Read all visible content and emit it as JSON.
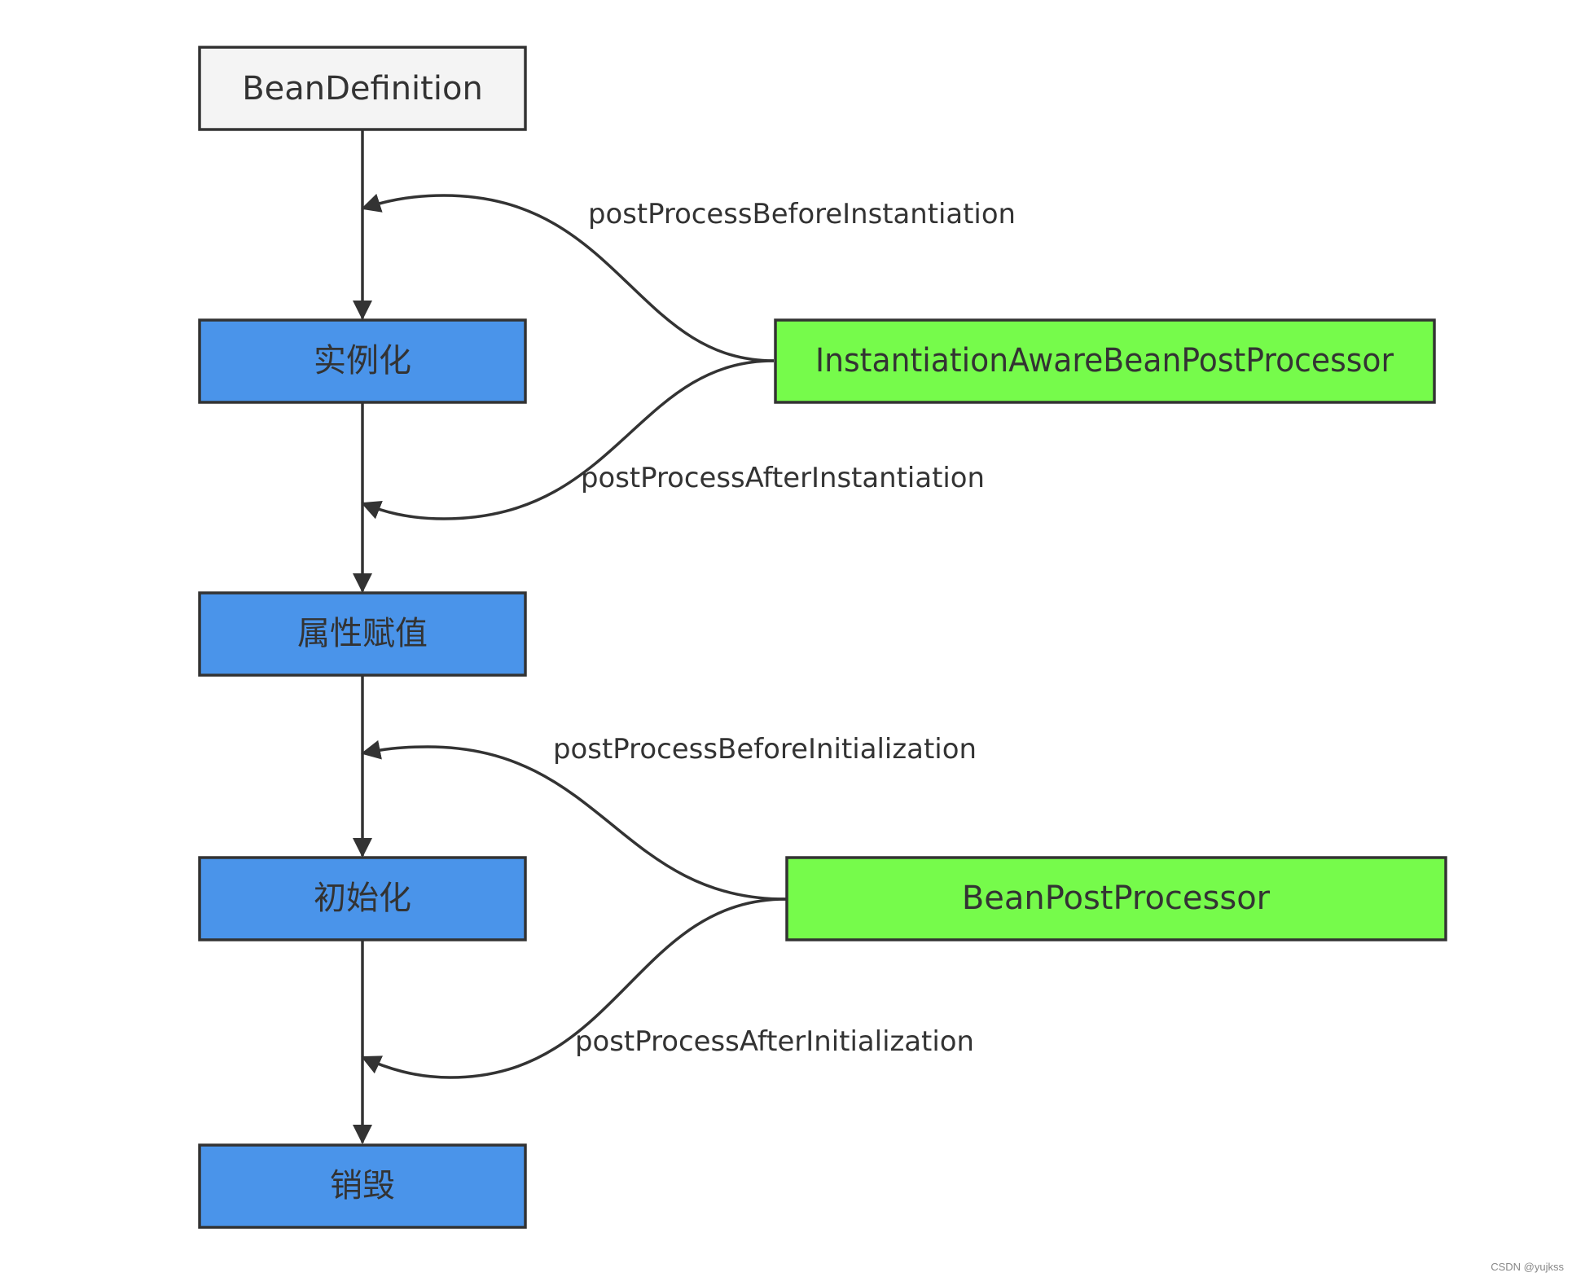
{
  "nodes": {
    "bean_definition": "BeanDefinition",
    "instantiation": "实例化",
    "property_assignment": "属性赋值",
    "initialization": "初始化",
    "destruction": "销毁",
    "instantiation_aware_processor": "InstantiationAwareBeanPostProcessor",
    "bean_post_processor": "BeanPostProcessor"
  },
  "edges": {
    "before_instantiation": "postProcessBeforeInstantiation",
    "after_instantiation": "postProcessAfterInstantiation",
    "before_initialization": "postProcessBeforeInitialization",
    "after_initialization": "postProcessAfterInitialization"
  },
  "watermark": "CSDN @yujkss",
  "colors": {
    "source_box": "#f4f4f4",
    "stage_box": "#4a94ea",
    "processor_box": "#76fb4b",
    "stroke": "#333333"
  }
}
